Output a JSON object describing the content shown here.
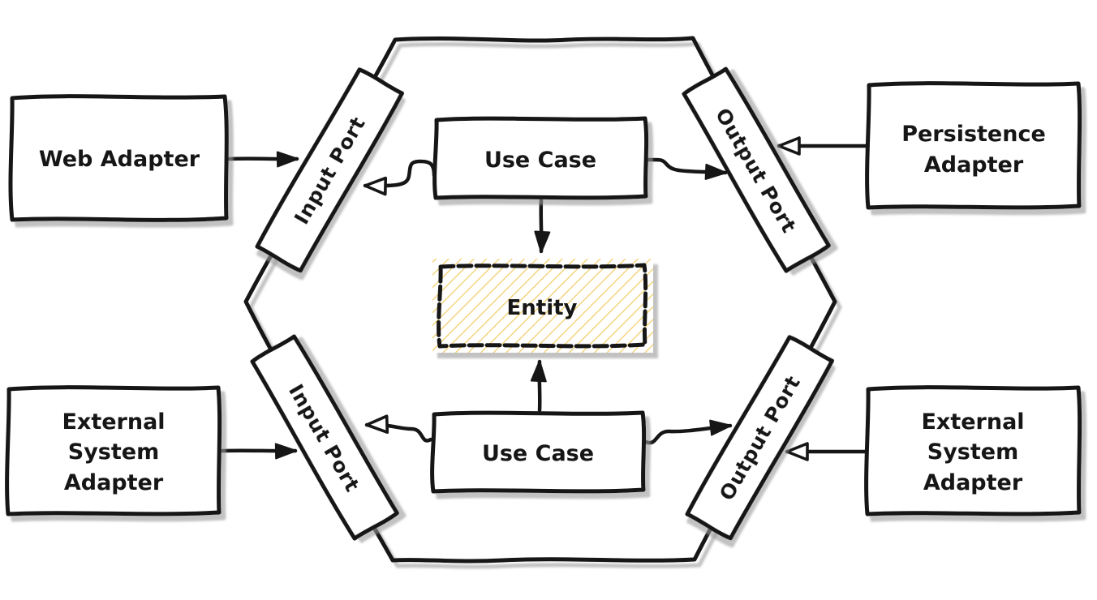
{
  "diagram_type": "hexagonal-architecture",
  "colors": {
    "ink": "#161616",
    "background": "#ffffff",
    "entity_hatch": "#f2cf6e",
    "shadow": "#9a9a9a"
  },
  "hexagon": {
    "ports": {
      "input_port_top": {
        "label": "Input Port"
      },
      "output_port_top": {
        "label": "Output Port"
      },
      "input_port_bottom": {
        "label": "Input Port"
      },
      "output_port_bottom": {
        "label": "Output Port"
      }
    },
    "core": {
      "use_case_top": {
        "label": "Use Case"
      },
      "use_case_bottom": {
        "label": "Use Case"
      },
      "entity": {
        "label": "Entity"
      }
    }
  },
  "adapters": {
    "web_adapter": {
      "lines": [
        "Web Adapter"
      ]
    },
    "persistence_adapter": {
      "lines": [
        "Persistence",
        "Adapter"
      ]
    },
    "external_system_adapter_left": {
      "lines": [
        "External",
        "System",
        "Adapter"
      ]
    },
    "external_system_adapter_right": {
      "lines": [
        "External",
        "System",
        "Adapter"
      ]
    }
  },
  "connections": [
    {
      "from": "web-adapter",
      "to": "input-port-top",
      "arrowhead": "filled"
    },
    {
      "from": "use-case-top",
      "to": "input-port-top",
      "arrowhead": "open"
    },
    {
      "from": "use-case-top",
      "to": "output-port-top",
      "arrowhead": "filled"
    },
    {
      "from": "persistence-adapter",
      "to": "output-port-top",
      "arrowhead": "open"
    },
    {
      "from": "use-case-top",
      "to": "entity",
      "arrowhead": "filled"
    },
    {
      "from": "use-case-bottom",
      "to": "entity",
      "arrowhead": "filled"
    },
    {
      "from": "external-system-adapter-left",
      "to": "input-port-bottom",
      "arrowhead": "filled"
    },
    {
      "from": "use-case-bottom",
      "to": "input-port-bottom",
      "arrowhead": "open"
    },
    {
      "from": "use-case-bottom",
      "to": "output-port-bottom",
      "arrowhead": "filled"
    },
    {
      "from": "external-system-adapter-right",
      "to": "output-port-bottom",
      "arrowhead": "open"
    }
  ]
}
